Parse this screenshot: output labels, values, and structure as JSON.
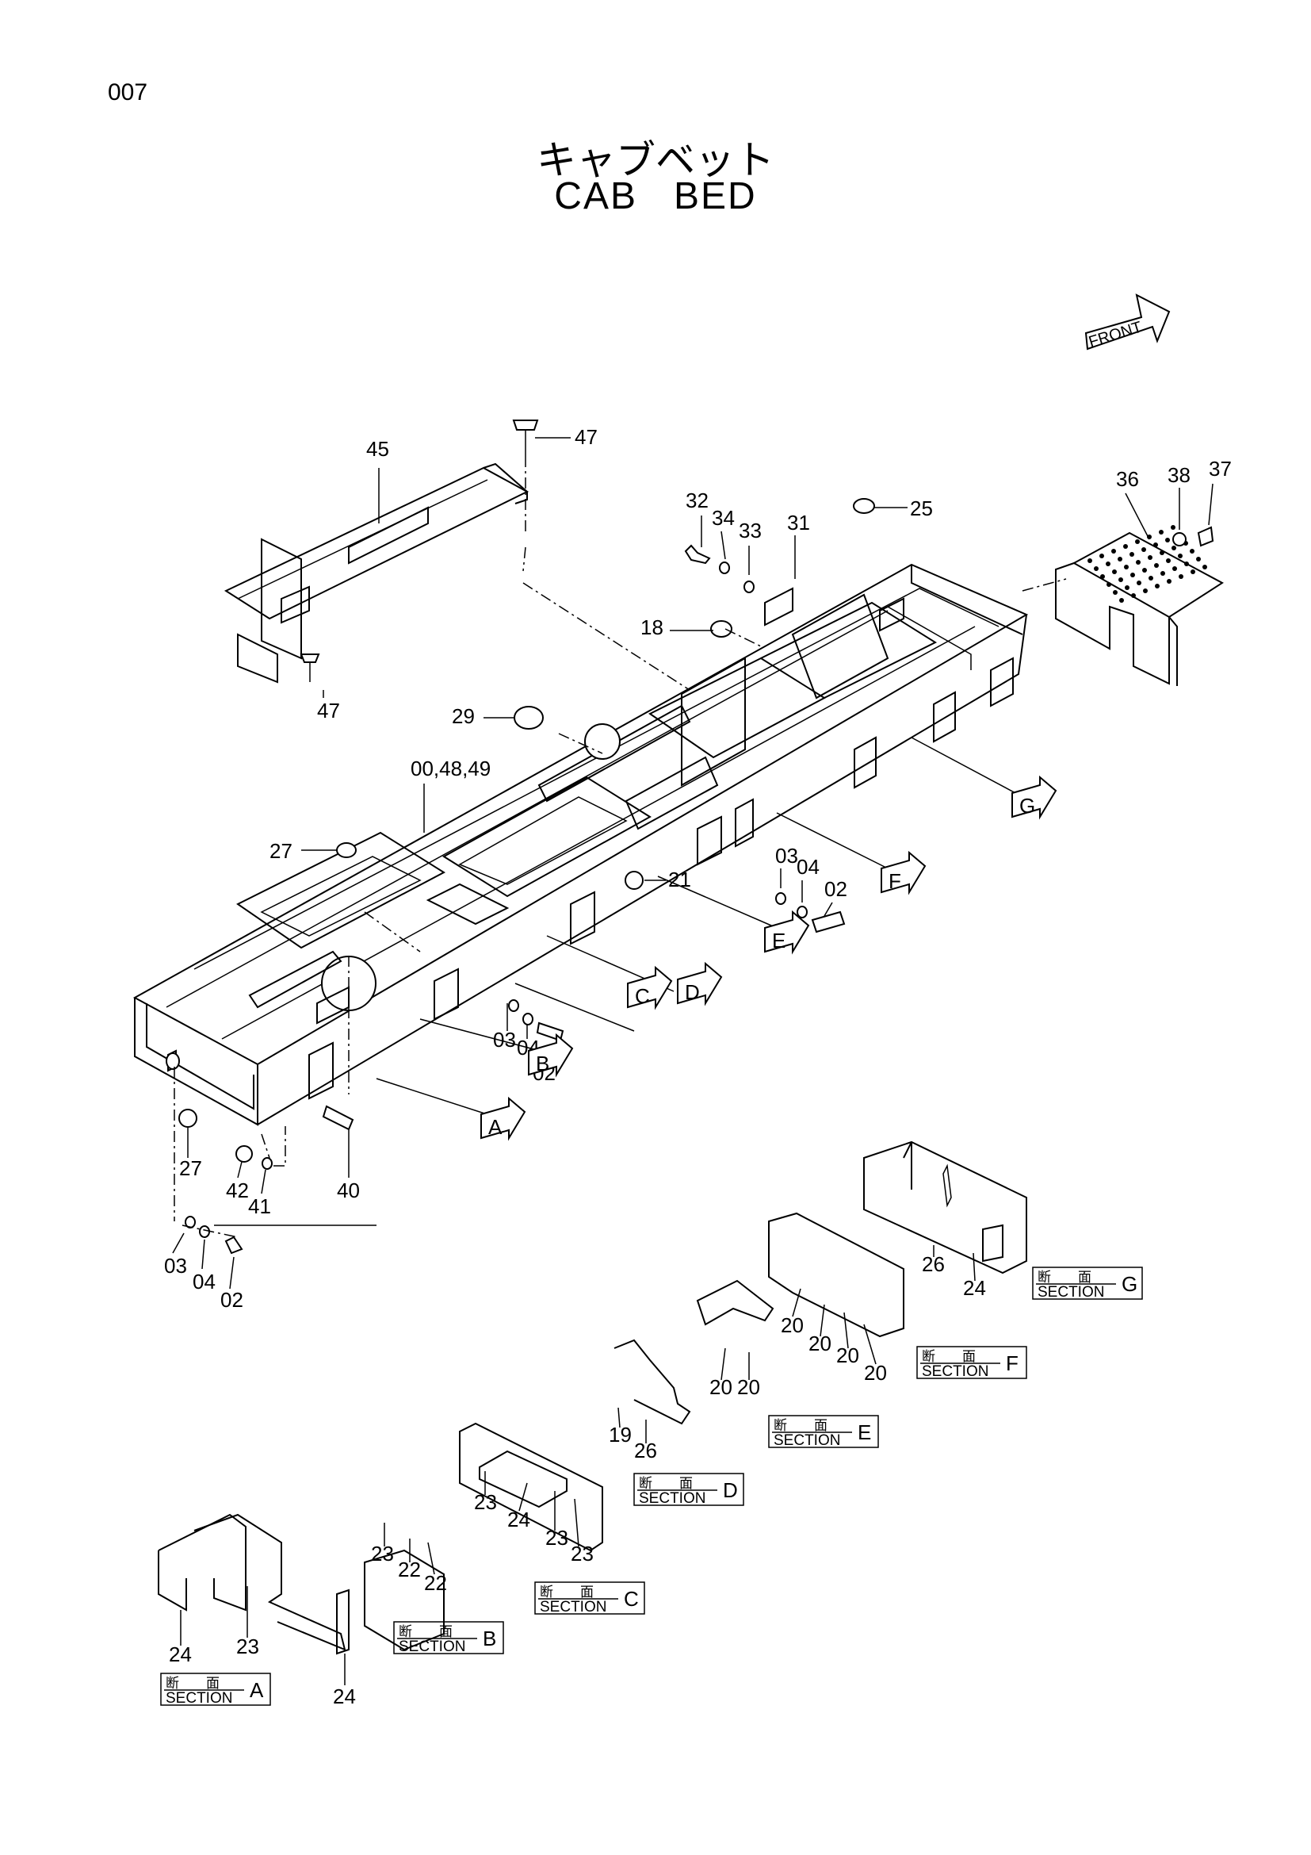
{
  "page": {
    "number": "007"
  },
  "title": {
    "japanese": "キャブベット",
    "english": "CAB   BED"
  },
  "front_arrow": {
    "label": "FRONT"
  },
  "callouts": [
    {
      "text": "45"
    },
    {
      "text": "47"
    },
    {
      "text": "47"
    },
    {
      "text": "32"
    },
    {
      "text": "34"
    },
    {
      "text": "33"
    },
    {
      "text": "31"
    },
    {
      "text": "25"
    },
    {
      "text": "36"
    },
    {
      "text": "38"
    },
    {
      "text": "37"
    },
    {
      "text": "18"
    },
    {
      "text": "29"
    },
    {
      "text": "00,48,49"
    },
    {
      "text": "27"
    },
    {
      "text": "03"
    },
    {
      "text": "04"
    },
    {
      "text": "02"
    },
    {
      "text": "21"
    },
    {
      "text": "03"
    },
    {
      "text": "04"
    },
    {
      "text": "02"
    },
    {
      "text": "27"
    },
    {
      "text": "42"
    },
    {
      "text": "41"
    },
    {
      "text": "40"
    },
    {
      "text": "03"
    },
    {
      "text": "04"
    },
    {
      "text": "02"
    },
    {
      "text": "26"
    },
    {
      "text": "24"
    },
    {
      "text": "20"
    },
    {
      "text": "20"
    },
    {
      "text": "20"
    },
    {
      "text": "20"
    },
    {
      "text": "20"
    },
    {
      "text": "20"
    },
    {
      "text": "19"
    },
    {
      "text": "26"
    },
    {
      "text": "23"
    },
    {
      "text": "24"
    },
    {
      "text": "23"
    },
    {
      "text": "23"
    },
    {
      "text": "23"
    },
    {
      "text": "22"
    },
    {
      "text": "22"
    },
    {
      "text": "24"
    },
    {
      "text": "23"
    },
    {
      "text": "24"
    }
  ],
  "view_arrows": [
    {
      "letter": "A"
    },
    {
      "letter": "B"
    },
    {
      "letter": "C"
    },
    {
      "letter": "D"
    },
    {
      "letter": "E"
    },
    {
      "letter": "F"
    },
    {
      "letter": "G"
    }
  ],
  "sections": [
    {
      "jp": "断　　面",
      "en": "SECTION",
      "letter": "A"
    },
    {
      "jp": "断　　面",
      "en": "SECTION",
      "letter": "B"
    },
    {
      "jp": "断　　面",
      "en": "SECTION",
      "letter": "C"
    },
    {
      "jp": "断　　面",
      "en": "SECTION",
      "letter": "D"
    },
    {
      "jp": "断　　面",
      "en": "SECTION",
      "letter": "E"
    },
    {
      "jp": "断　　面",
      "en": "SECTION",
      "letter": "F"
    },
    {
      "jp": "断　　面",
      "en": "SECTION",
      "letter": "G"
    }
  ]
}
